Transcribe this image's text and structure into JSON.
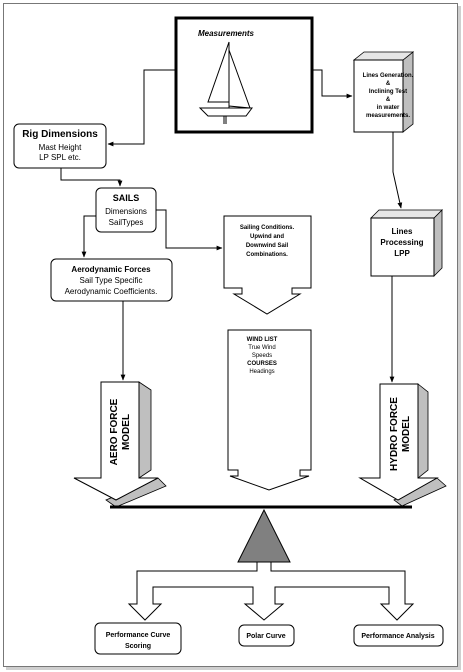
{
  "measurements": {
    "title": "Measurements"
  },
  "lines_generation": {
    "line1": "Lines Generation.",
    "line2": "&",
    "line3": "Inclining Test",
    "line4": "&",
    "line5": "in water",
    "line6": "measurements."
  },
  "rig_dimensions": {
    "title": "Rig Dimensions",
    "line1": "Mast Height",
    "line2": "LP SPL etc."
  },
  "sails": {
    "title": "SAILS",
    "line1": "Dimensions",
    "line2": "SailTypes"
  },
  "sailing_conditions": {
    "line1": "Sailing Conditions.",
    "line2": "Upwind and",
    "line3": "Downwind Sail",
    "line4": "Combinations."
  },
  "lines_processing": {
    "line1": "Lines",
    "line2": "Processing",
    "line3": "LPP"
  },
  "aero_forces": {
    "title": "Aerodynamic Forces",
    "line1": "Sail Type Specific",
    "line2": "Aerodynamic Coefficients."
  },
  "wind_list": {
    "line1": "WIND LIST",
    "line2": "True Wind",
    "line3": "Speeds",
    "line4": "COURSES",
    "line5": "Headings"
  },
  "aero_model": {
    "line1": "AERO FORCE",
    "line2": "MODEL"
  },
  "hydro_model": {
    "line1": "HYDRO FORCE",
    "line2": "MODEL"
  },
  "outputs": {
    "performance_curve_line1": "Performance Curve",
    "performance_curve_line2": "Scoring",
    "polar_curve": "Polar Curve",
    "performance_analysis": "Performance Analysis"
  },
  "colors": {
    "shadow": "#bfbfbf",
    "fulcrum": "#808080",
    "frame": "#777777"
  }
}
